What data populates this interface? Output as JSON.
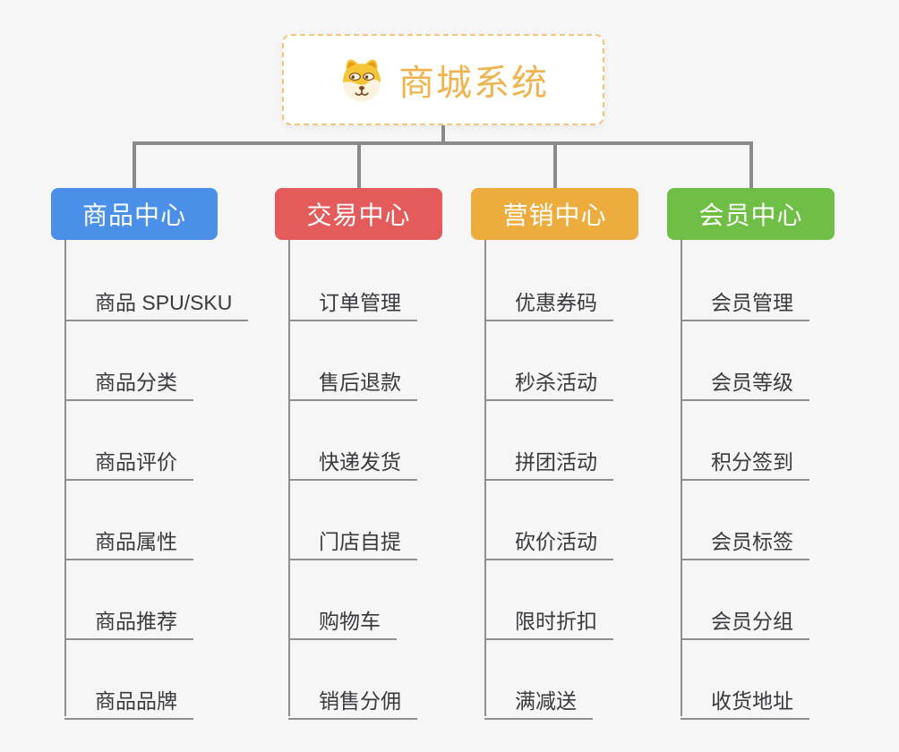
{
  "root": {
    "title": "商城系统",
    "icon": "dog-face-icon"
  },
  "branches": [
    {
      "id": "product-center",
      "label": "商品中心",
      "color": "#4a90e8",
      "items": [
        "商品 SPU/SKU",
        "商品分类",
        "商品评价",
        "商品属性",
        "商品推荐",
        "商品品牌"
      ]
    },
    {
      "id": "trade-center",
      "label": "交易中心",
      "color": "#e45b5b",
      "items": [
        "订单管理",
        "售后退款",
        "快递发货",
        "门店自提",
        "购物车",
        "销售分佣"
      ]
    },
    {
      "id": "marketing-center",
      "label": "营销中心",
      "color": "#ecac3e",
      "items": [
        "优惠券码",
        "秒杀活动",
        "拼团活动",
        "砍价活动",
        "限时折扣",
        "满减送"
      ]
    },
    {
      "id": "member-center",
      "label": "会员中心",
      "color": "#6fbe45",
      "items": [
        "会员管理",
        "会员等级",
        "积分签到",
        "会员标签",
        "会员分组",
        "收货地址"
      ]
    }
  ],
  "colors": {
    "background": "#f6f6f6",
    "connector": "#8a8a8a",
    "root_border": "#f2c57b",
    "root_title": "#f0b44e",
    "item_text": "#3a3a3e",
    "item_underline": "#8f8f8f"
  }
}
